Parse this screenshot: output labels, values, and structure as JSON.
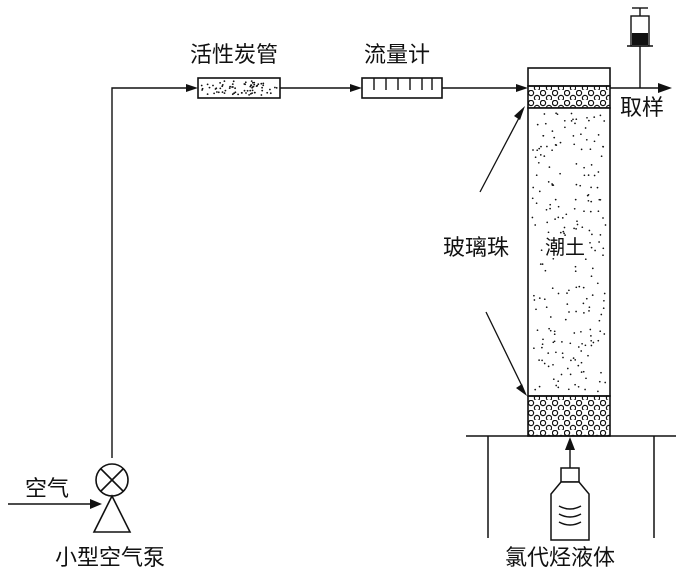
{
  "labels": {
    "activated_carbon_tube": "活性炭管",
    "flow_meter": "流量计",
    "sampling": "取样",
    "glass_beads": "玻璃珠",
    "moist_soil": "潮土",
    "air": "空气",
    "air_pump": "小型空气泵",
    "chlorinated_hydrocarbon_liquid": "氯代烃液体"
  },
  "colors": {
    "line": "#111111",
    "background": "#ffffff"
  }
}
